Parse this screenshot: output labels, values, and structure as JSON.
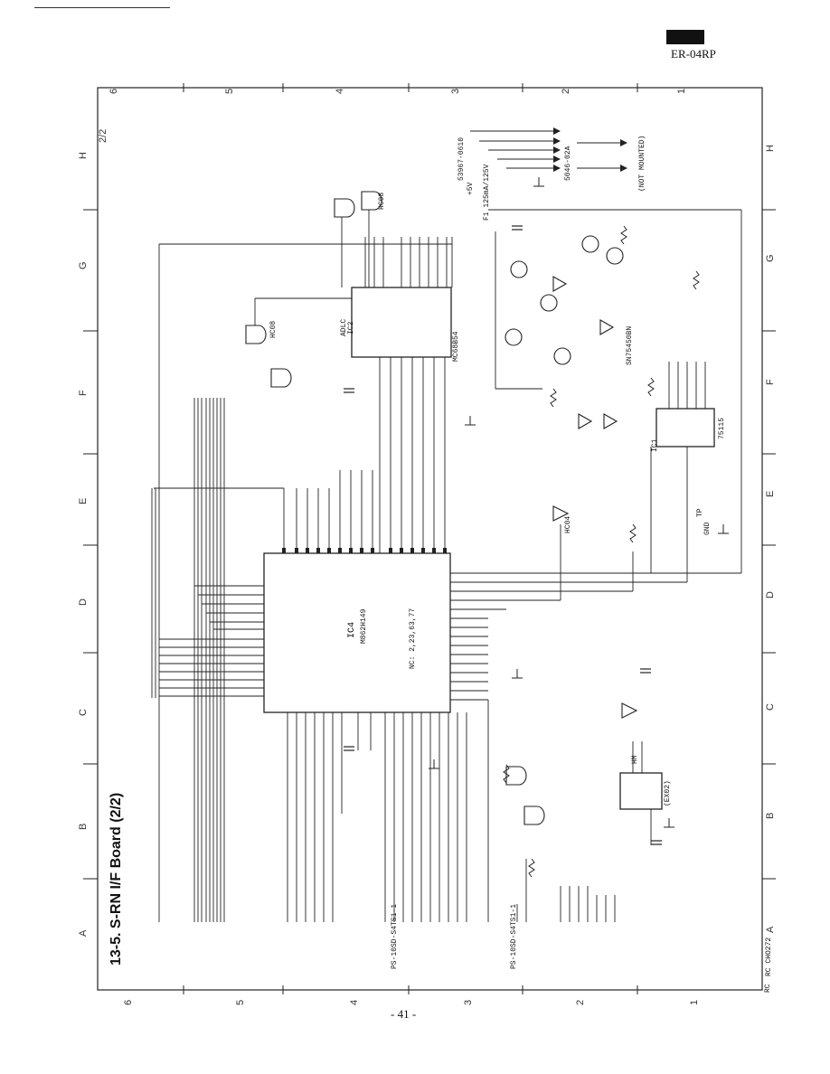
{
  "header": {
    "model": "ER-04RP"
  },
  "footer": {
    "page_number": "- 41 -",
    "drawing_no": "RC CHO272"
  },
  "diagram": {
    "title": "13-5. S-RN I/F Board (2/2)",
    "sheet": "2/2",
    "grid_letters": [
      "A",
      "B",
      "C",
      "D",
      "E",
      "F",
      "G",
      "H"
    ],
    "grid_numbers": [
      "6",
      "5",
      "4",
      "3",
      "2",
      "1"
    ],
    "ic_labels": {
      "ic4_name": "IC4",
      "ic4_part": "M862H149",
      "ic4_note": "NC: 2,23,63,77",
      "ic2_name": "IC2",
      "ic2_part": "MC68B54",
      "ic2_type": "ADLC",
      "ic1_name": "IC1",
      "ic1_part": "75115",
      "ic7_part": "HC04",
      "ic5_part": "HC08",
      "ic6_part": "HC08",
      "ic3_part": "SN75450BN",
      "osc": "(EX02)"
    },
    "connectors": {
      "cn1": "53967-0610",
      "cn4": "5046-02A",
      "cn2": "PS-10SD-S4TS1-1",
      "cn3": "PS-10SD-S4TS1-1",
      "not_mounted": "(NOT MOUNTED)"
    },
    "misc_labels": {
      "fuse": "F1 125mA/125V",
      "hm": "HM",
      "ground": "GND",
      "vcc": "+5V",
      "tp": "TP",
      "rc": "RC"
    }
  }
}
